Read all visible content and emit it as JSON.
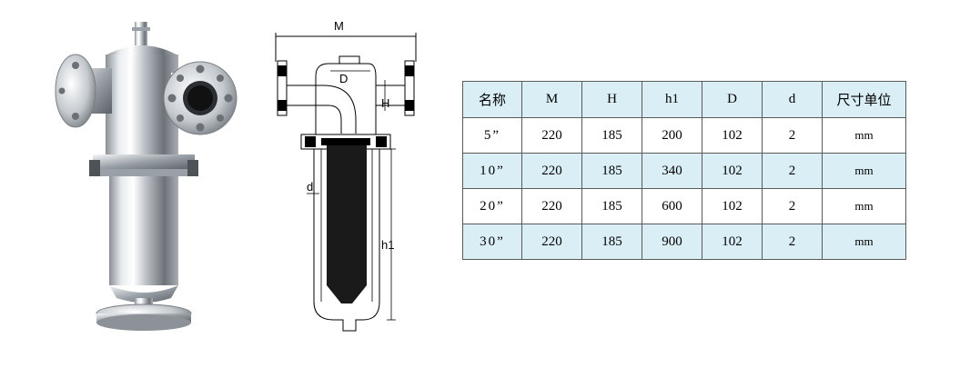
{
  "diagram": {
    "labels": {
      "M": "M",
      "D": "D",
      "H": "H",
      "d": "d",
      "h1": "h1"
    }
  },
  "table": {
    "headers": [
      "名称",
      "M",
      "H",
      "h1",
      "D",
      "d",
      "尺寸单位"
    ],
    "rows": [
      [
        "5”",
        "220",
        "185",
        "200",
        "102",
        "2",
        "mm"
      ],
      [
        "10”",
        "220",
        "185",
        "340",
        "102",
        "2",
        "mm"
      ],
      [
        "20”",
        "220",
        "185",
        "600",
        "102",
        "2",
        "mm"
      ],
      [
        "30”",
        "220",
        "185",
        "900",
        "102",
        "2",
        "mm"
      ]
    ]
  }
}
